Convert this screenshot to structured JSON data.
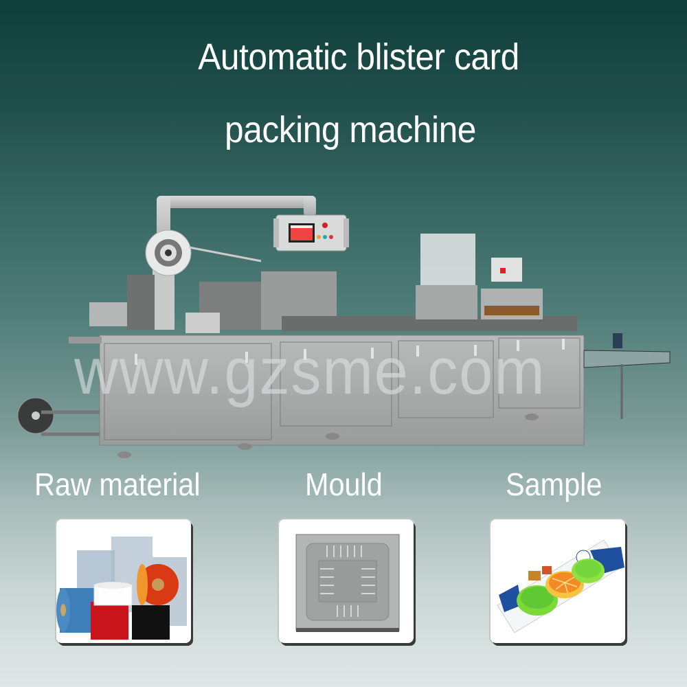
{
  "title": {
    "line1": "Automatic blister card",
    "line2": "packing machine"
  },
  "watermark": "www.gzsme.com",
  "hero_image": {
    "subject": "automatic blister card packing machine",
    "control_panel": {
      "screen": "touch-screen HMI",
      "buttons": [
        "emergency-stop-red",
        "yellow",
        "teal",
        "red"
      ]
    }
  },
  "sections": [
    {
      "label": "Raw material",
      "image": "stack of PVC film rolls (clear, blue, red, white, orange, black)"
    },
    {
      "label": "Mould",
      "image": "aluminium blister forming mould, square tray"
    },
    {
      "label": "Sample",
      "image": "blister card with three fruit-shaped sponges (green apple, orange slice, green apple)"
    }
  ],
  "colors": {
    "bg_top": "#0f3f3b",
    "bg_bottom": "#dfe7e6",
    "text": "#ffffff",
    "machine_steel": "#a7a9a8"
  }
}
